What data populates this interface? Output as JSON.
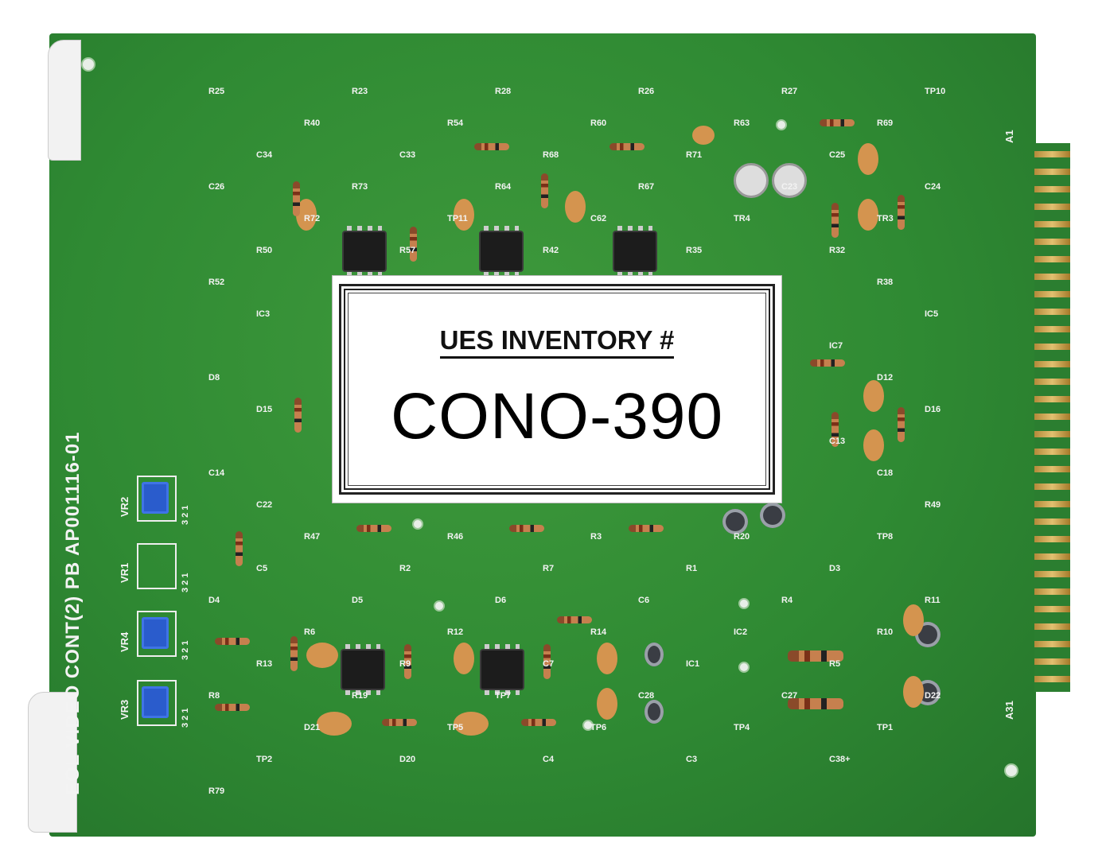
{
  "inventory_label": {
    "heading": "UES INVENTORY #",
    "number": "CONO-390"
  },
  "board": {
    "title": "EOL VIDEO CONT(2) PB   AP001116-01",
    "pots": [
      {
        "name": "VR2",
        "pins": "3 2 1"
      },
      {
        "name": "VR1",
        "pins": "3 2 1"
      },
      {
        "name": "VR4",
        "pins": "3 2 1"
      },
      {
        "name": "VR3",
        "pins": "3 2 1"
      }
    ],
    "connector_marks": {
      "top": "A1",
      "bottom": "A31"
    },
    "components": [
      "R25",
      "R23",
      "R28",
      "R26",
      "R27",
      "TP10",
      "R40",
      "R54",
      "R60",
      "R63",
      "R69",
      "C34",
      "C33",
      "R68",
      "R71",
      "C25",
      "C26",
      "R73",
      "R64",
      "R67",
      "C23",
      "C24",
      "R72",
      "TP11",
      "C62",
      "TR4",
      "TR3",
      "R50",
      "R57",
      "R42",
      "R35",
      "R32",
      "R52",
      "R38",
      "IC3",
      "IC5",
      "IC7",
      "D8",
      "D12",
      "D15",
      "D16",
      "C13",
      "C14",
      "C18",
      "C22",
      "R49",
      "R47",
      "R46",
      "R3",
      "R20",
      "TP8",
      "C5",
      "R2",
      "R7",
      "R1",
      "D3",
      "D4",
      "D5",
      "D6",
      "C6",
      "R4",
      "R11",
      "R6",
      "R12",
      "R14",
      "IC2",
      "R10",
      "R13",
      "R9",
      "C7",
      "IC1",
      "R5",
      "R8",
      "R19",
      "TP7",
      "C28",
      "C27",
      "D22",
      "D21",
      "TP5",
      "TP6",
      "TP4",
      "TP1",
      "TP2",
      "D20",
      "C4",
      "C3",
      "C38+",
      "R79"
    ]
  }
}
